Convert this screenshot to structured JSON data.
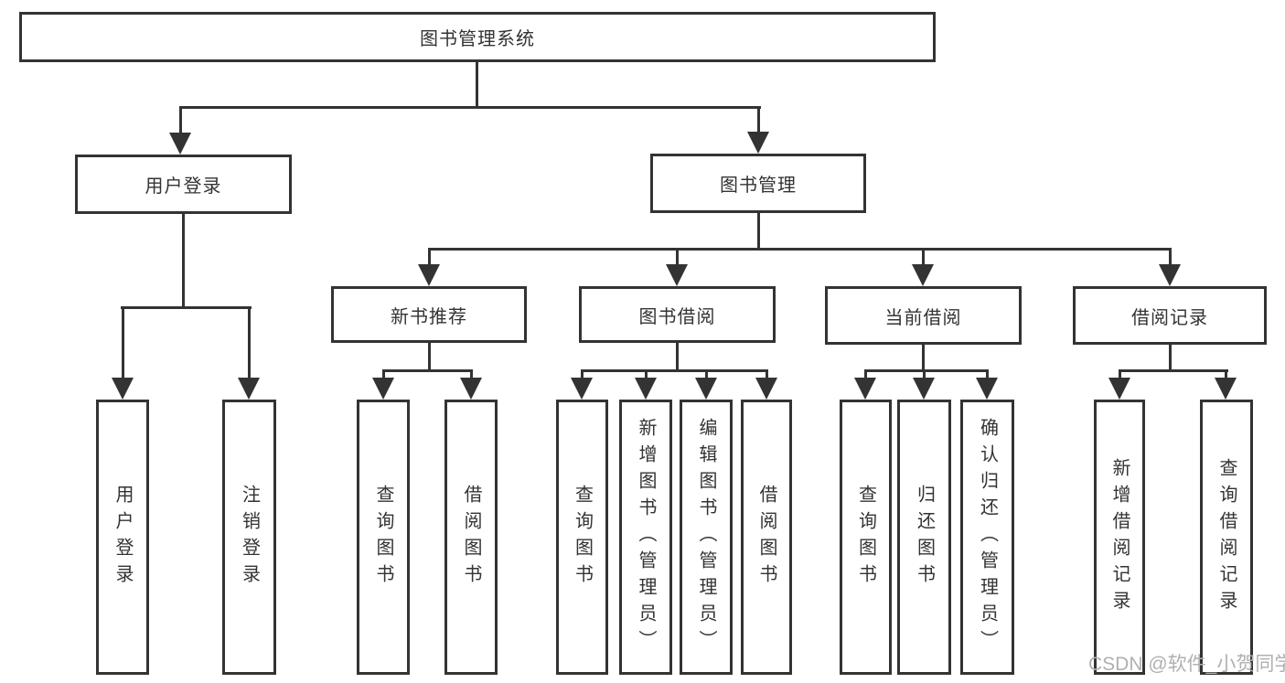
{
  "title": "图书管理系统",
  "watermark": "CSDN @软件_小贺同学",
  "colors": {
    "line": "#333333",
    "text": "#333333",
    "bg": "#ffffff",
    "watermark": "#b0b0b0"
  },
  "nodes": {
    "root": "图书管理系统",
    "user_login": "用户登录",
    "book_mgmt": "图书管理",
    "login_leaf": "用户登录",
    "logout_leaf": "注销登录",
    "new_books": "新书推荐",
    "book_borrow": "图书借阅",
    "current_borrow": "当前借阅",
    "borrow_records": "借阅记录",
    "nb_query": "查询图书",
    "nb_borrow": "借阅图书",
    "bb_query": "查询图书",
    "bb_add": "新增图书（管理员）",
    "bb_edit": "编辑图书（管理员）",
    "bb_borrow": "借阅图书",
    "cb_query": "查询图书",
    "cb_return": "归还图书",
    "cb_confirm": "确认归还（管理员）",
    "br_add": "新增借阅记录",
    "br_query": "查询借阅记录"
  },
  "structure": {
    "root": [
      "user_login",
      "book_mgmt"
    ],
    "user_login": [
      "login_leaf",
      "logout_leaf"
    ],
    "book_mgmt": [
      "new_books",
      "book_borrow",
      "current_borrow",
      "borrow_records"
    ],
    "new_books": [
      "nb_query",
      "nb_borrow"
    ],
    "book_borrow": [
      "bb_query",
      "bb_add",
      "bb_edit",
      "bb_borrow"
    ],
    "current_borrow": [
      "cb_query",
      "cb_return",
      "cb_confirm"
    ],
    "borrow_records": [
      "br_add",
      "br_query"
    ]
  }
}
